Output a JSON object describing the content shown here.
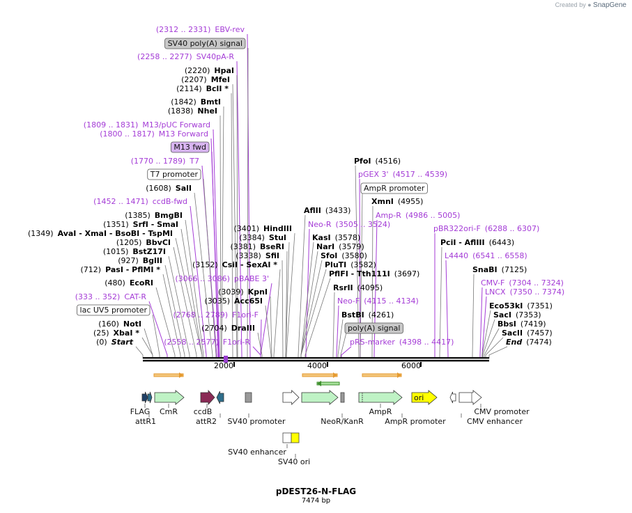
{
  "credit": {
    "prefix": "Created by",
    "brand": "SnapGene"
  },
  "plasmid": {
    "name": "pDEST26-N-FLAG",
    "length": "7474 bp"
  },
  "ruler": {
    "labels": [
      "2000",
      "4000",
      "6000"
    ]
  },
  "colors": {
    "site": "#000000",
    "primer": "#a43bd6",
    "line_site": "#777777",
    "line_primer": "#a43bd6",
    "orange": "#e59a2f",
    "green": "#3e8e2d",
    "cm": "#bff2c5",
    "ccdb": "#8a2a55",
    "attr": "#2e6e8b",
    "ori": "#ffff00",
    "flag": "#1f3f66"
  },
  "labels": [
    {
      "pre": "(2312 .. 2331)",
      "name": "EBV-rev",
      "kind": "primer"
    },
    {
      "name": "SV40 poly(A) signal",
      "kind": "box-gray"
    },
    {
      "pre": "(2258 .. 2277)",
      "name": "SV40pA-R",
      "kind": "primer"
    },
    {
      "pre": "(2220)",
      "name": "HpaI",
      "kind": "site"
    },
    {
      "pre": "(2207)",
      "name": "MfeI",
      "kind": "site"
    },
    {
      "pre": "(2114)",
      "name": "BclI *",
      "kind": "site"
    },
    {
      "pre": "(1842)",
      "name": "BmtI",
      "kind": "site"
    },
    {
      "pre": "(1838)",
      "name": "NheI",
      "kind": "site"
    },
    {
      "pre": "(1809 .. 1831)",
      "name": "M13/pUC Forward",
      "kind": "primer"
    },
    {
      "pre": "(1800 .. 1817)",
      "name": "M13 Forward",
      "kind": "primer"
    },
    {
      "name": "M13 fwd",
      "kind": "box-purple"
    },
    {
      "pre": "(1770 .. 1789)",
      "name": "T7",
      "kind": "primer"
    },
    {
      "name": "T7 promoter",
      "kind": "box-white"
    },
    {
      "pre": "(1608)",
      "name": "SalI",
      "kind": "site"
    },
    {
      "pre": "(1452 .. 1471)",
      "name": "ccdB-fwd",
      "kind": "primer"
    },
    {
      "pre": "(1385)",
      "name": "BmgBI",
      "kind": "site"
    },
    {
      "pre": "(1351)",
      "name": "SrfI  - SmaI",
      "kind": "site"
    },
    {
      "pre": "(1349)",
      "name": "AvaI  - XmaI  - BsoBI  - TspMI",
      "kind": "site"
    },
    {
      "pre": "(1205)",
      "name": "BbvCI",
      "kind": "site"
    },
    {
      "pre": "(1015)",
      "name": "BstZ17I",
      "kind": "site"
    },
    {
      "pre": "(927)",
      "name": "BglII",
      "kind": "site"
    },
    {
      "pre": "(712)",
      "name": "PasI  - PflMI *",
      "kind": "site"
    },
    {
      "pre": "(480)",
      "name": "EcoRI",
      "kind": "site"
    },
    {
      "pre": "(333 .. 352)",
      "name": "CAT-R",
      "kind": "primer"
    },
    {
      "name": "lac UV5 promoter",
      "kind": "box-white"
    },
    {
      "pre": "(160)",
      "name": "NotI",
      "kind": "site"
    },
    {
      "pre": "(25)",
      "name": "XbaI *",
      "kind": "site"
    },
    {
      "pre": "(0)",
      "name": "Start",
      "kind": "site-italic"
    },
    {
      "pre": "(3401)",
      "name": "HindIII",
      "kind": "site"
    },
    {
      "pre": "(3384)",
      "name": "StuI",
      "kind": "site"
    },
    {
      "pre": "(3381)",
      "name": "BseRI",
      "kind": "site"
    },
    {
      "pre": "(3338)",
      "name": "SfiI",
      "kind": "site"
    },
    {
      "pre": "(3152)",
      "name": "CsiI  - SexAI *",
      "kind": "site"
    },
    {
      "pre": "(3066 .. 3086)",
      "name": "pBABE 3'",
      "kind": "primer"
    },
    {
      "pre": "(3039)",
      "name": "KpnI",
      "kind": "site"
    },
    {
      "pre": "(3035)",
      "name": "Acc65I",
      "kind": "site"
    },
    {
      "pre": "(2768 .. 2789)",
      "name": "F1ori-F",
      "kind": "primer"
    },
    {
      "pre": "(2704)",
      "name": "DraIII",
      "kind": "site"
    },
    {
      "pre": "(2558 .. 2577)",
      "name": "F1ori-R",
      "kind": "primer"
    },
    {
      "name": "AflII",
      "post": "(3433)",
      "kind": "site"
    },
    {
      "name": "Neo-R",
      "post": "(3505 .. 3524)",
      "kind": "primer"
    },
    {
      "name": "KasI",
      "post": "(3578)",
      "kind": "site"
    },
    {
      "name": "NarI",
      "post": "(3579)",
      "kind": "site"
    },
    {
      "name": "SfoI",
      "post": "(3580)",
      "kind": "site"
    },
    {
      "name": "PluTI",
      "post": "(3582)",
      "kind": "site"
    },
    {
      "name": "PflFI  - Tth111I",
      "post": "(3697)",
      "kind": "site"
    },
    {
      "name": "RsrII",
      "post": "(4095)",
      "kind": "site"
    },
    {
      "name": "Neo-F",
      "post": "(4115 .. 4134)",
      "kind": "primer"
    },
    {
      "name": "BstBI",
      "post": "(4261)",
      "kind": "site"
    },
    {
      "name": "poly(A) signal",
      "kind": "box-gray"
    },
    {
      "name": "pRS-marker",
      "post": "(4398 .. 4417)",
      "kind": "primer"
    },
    {
      "name": "PfoI",
      "post": "(4516)",
      "kind": "site"
    },
    {
      "name": "pGEX 3'",
      "post": "(4517 .. 4539)",
      "kind": "primer"
    },
    {
      "name": "AmpR promoter",
      "kind": "box-white"
    },
    {
      "name": "XmnI",
      "post": "(4955)",
      "kind": "site"
    },
    {
      "name": "Amp-R",
      "post": "(4986 .. 5005)",
      "kind": "primer"
    },
    {
      "name": "pBR322ori-F",
      "post": "(6288 .. 6307)",
      "kind": "primer"
    },
    {
      "name": "PciI  - AflIII",
      "post": "(6443)",
      "kind": "site"
    },
    {
      "name": "L4440",
      "post": "(6541 .. 6558)",
      "kind": "primer"
    },
    {
      "name": "SnaBI",
      "post": "(7125)",
      "kind": "site"
    },
    {
      "name": "CMV-F",
      "post": "(7304 .. 7324)",
      "kind": "primer"
    },
    {
      "name": "LNCX",
      "post": "(7350 .. 7374)",
      "kind": "primer"
    },
    {
      "name": "Eco53kI",
      "post": "(7351)",
      "kind": "site"
    },
    {
      "name": "SacI",
      "post": "(7353)",
      "kind": "site"
    },
    {
      "name": "BbsI",
      "post": "(7419)",
      "kind": "site"
    },
    {
      "name": "SacII",
      "post": "(7457)",
      "kind": "site"
    },
    {
      "name": "End",
      "post": "(7474)",
      "kind": "site-italic"
    }
  ],
  "features": [
    {
      "name": "FLAG"
    },
    {
      "name": "attR1"
    },
    {
      "name": "CmR"
    },
    {
      "name": "ccdB"
    },
    {
      "name": "attR2"
    },
    {
      "name": "SV40 promoter"
    },
    {
      "name": "NeoR/KanR"
    },
    {
      "name": "AmpR"
    },
    {
      "name": "AmpR promoter"
    },
    {
      "name": "ori"
    },
    {
      "name": "CMV promoter"
    },
    {
      "name": "CMV enhancer"
    },
    {
      "name": "SV40 enhancer"
    },
    {
      "name": "SV40 ori"
    }
  ]
}
